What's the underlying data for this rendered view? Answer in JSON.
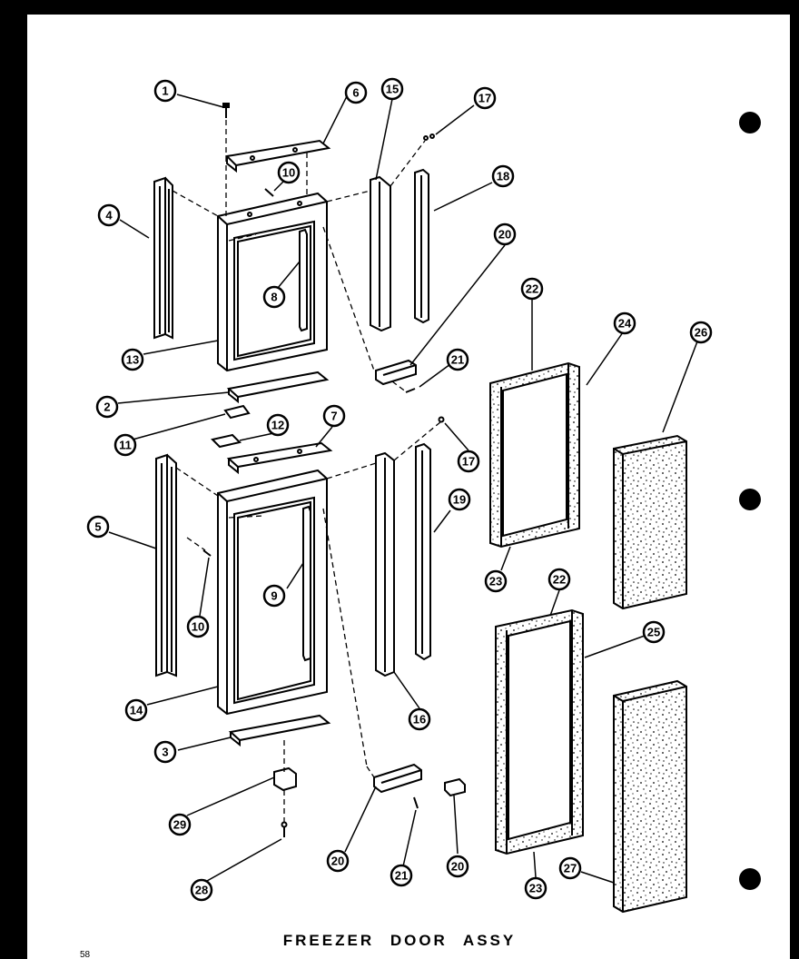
{
  "title": "FREEZER  DOOR  ASSY",
  "page_number": "58",
  "callouts": [
    "1",
    "2",
    "3",
    "4",
    "5",
    "6",
    "7",
    "8",
    "9",
    "10",
    "10",
    "11",
    "12",
    "13",
    "14",
    "15",
    "16",
    "17",
    "17",
    "18",
    "19",
    "20",
    "20",
    "20",
    "21",
    "21",
    "22",
    "22",
    "23",
    "23",
    "24",
    "25",
    "26",
    "27",
    "28",
    "29"
  ]
}
